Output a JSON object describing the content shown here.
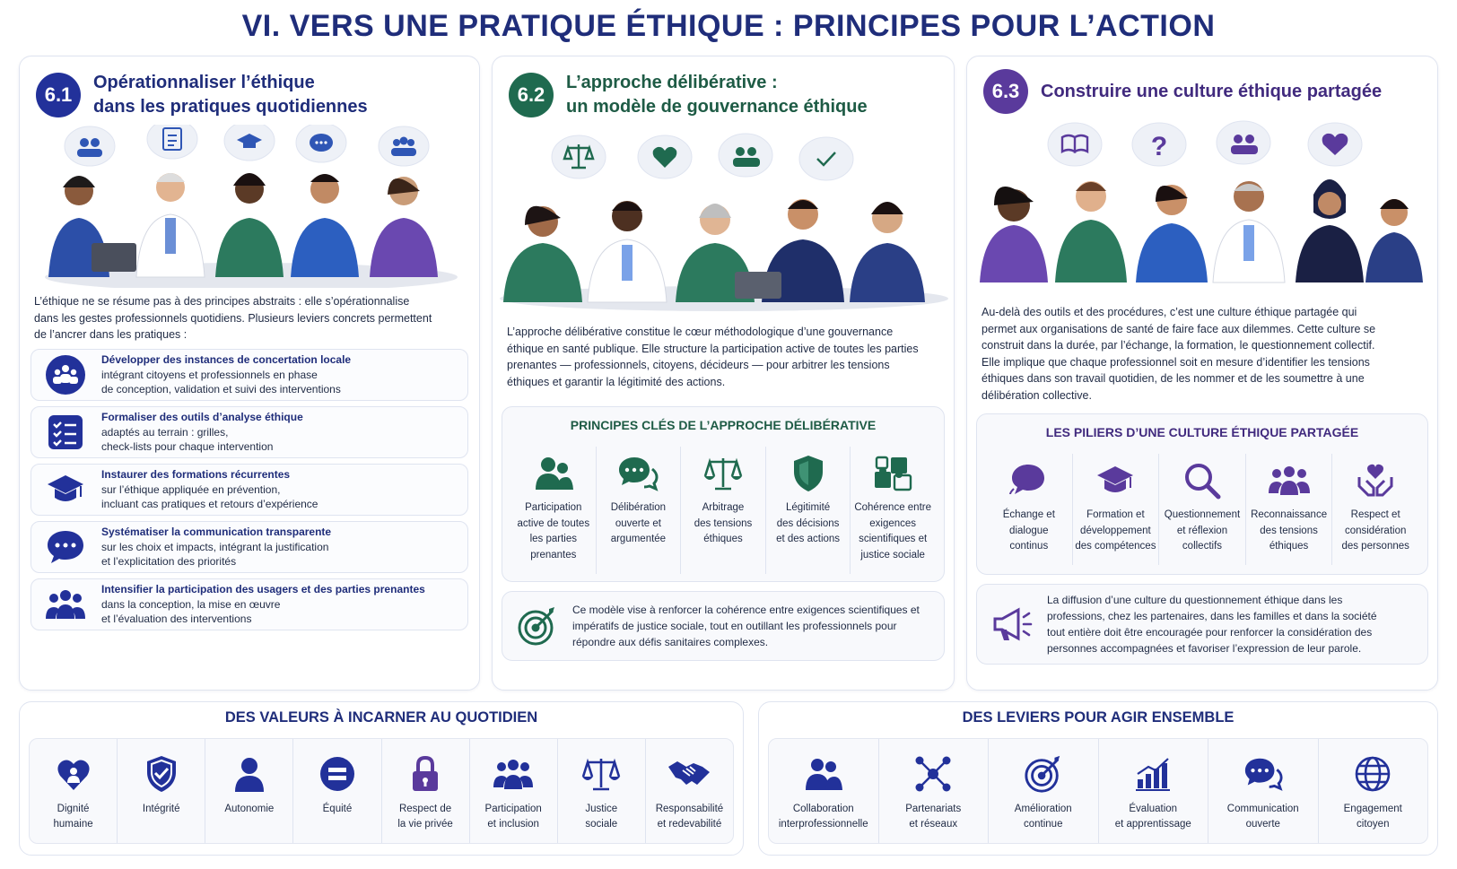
{
  "main_title": "VI. VERS UNE PRATIQUE ÉTHIQUE : PRINCIPES POUR L’ACTION",
  "section1": {
    "number": "6.1",
    "title_line1": "Opérationnaliser l’éthique",
    "title_line2": "dans les pratiques quotidiennes",
    "intro_line1": "L’éthique ne se résume pas à des principes abstraits : elle s’opérationnalise",
    "intro_line2": "dans les gestes professionnels quotidiens. Plusieurs leviers concrets permettent",
    "intro_line3": "de l’ancrer dans les pratiques :",
    "levers": [
      {
        "title": "Développer des instances de concertation locale",
        "line2": "intégrant citoyens et professionnels en phase",
        "line3": "de conception, validation et suivi des interventions",
        "icon": "community-icon"
      },
      {
        "title": "Formaliser des outils d’analyse éthique",
        "line2": "adaptés au terrain : grilles,",
        "line3": "check-lists pour chaque intervention",
        "icon": "checklist-icon"
      },
      {
        "title": "Instaurer des formations récurrentes",
        "line2": "sur l’éthique appliquée en prévention,",
        "line3": "incluant cas pratiques et retours d’expérience",
        "icon": "graduation-cap-icon"
      },
      {
        "title": "Systématiser la communication transparente",
        "line2": "sur les choix et impacts, intégrant la justification",
        "line3": "et l’explicitation des priorités",
        "icon": "chat-icon"
      },
      {
        "title": "Intensifier la participation des usagers et des parties prenantes",
        "line2": "dans la conception, la mise en œuvre",
        "line3": "et l’évaluation des interventions",
        "icon": "group-icon"
      }
    ]
  },
  "section2": {
    "number": "6.2",
    "title_line1": "L’approche délibérative :",
    "title_line2": "un modèle de gouvernance éthique",
    "intro_line1": "L’approche délibérative constitue le cœur méthodologique d’une gouvernance",
    "intro_line2": "éthique en santé publique. Elle structure la participation active de toutes les parties",
    "intro_line3": "prenantes — professionnels, citoyens, décideurs — pour arbitrer les tensions",
    "intro_line4": "éthiques et garantir la légitimité des actions.",
    "principles_title": "PRINCIPES CLÉS DE L’APPROCHE DÉLIBÉRATIVE",
    "principles": [
      {
        "l1": "Participation",
        "l2": "active de toutes",
        "l3": "les parties",
        "l4": "prenantes"
      },
      {
        "l1": "Délibération",
        "l2": "ouverte et",
        "l3": "argumentée",
        "l4": ""
      },
      {
        "l1": "Arbitrage",
        "l2": "des tensions",
        "l3": "éthiques",
        "l4": ""
      },
      {
        "l1": "Légitimité",
        "l2": "des décisions",
        "l3": "et des actions",
        "l4": ""
      },
      {
        "l1": "Cohérence entre",
        "l2": "exigences",
        "l3": "scientifiques et",
        "l4": "justice sociale"
      }
    ],
    "note_line1": "Ce modèle vise à renforcer la cohérence entre exigences scientifiques et",
    "note_line2": "impératifs de justice sociale, tout en outillant les professionnels pour",
    "note_line3": "répondre aux défis sanitaires complexes."
  },
  "section3": {
    "number": "6.3",
    "title_line1": "Construire une culture éthique partagée",
    "intro_line1": "Au-delà des outils et des procédures, c’est une culture éthique partagée qui",
    "intro_line2": "permet aux organisations de santé de faire face aux dilemmes. Cette culture se",
    "intro_line3": "construit dans la durée, par l’échange, la formation, le questionnement collectif.",
    "intro_line4": "Elle implique que chaque professionnel soit en mesure d’identifier les tensions",
    "intro_line5": "éthiques dans son travail quotidien, de les nommer et de les soumettre à une",
    "intro_line6": "délibération collective.",
    "pillars_title": "LES PILIERS D’UNE CULTURE ÉTHIQUE PARTAGÉE",
    "pillars": [
      {
        "l1": "Échange et",
        "l2": "dialogue",
        "l3": "continus"
      },
      {
        "l1": "Formation et",
        "l2": "développement",
        "l3": "des compétences"
      },
      {
        "l1": "Questionnement",
        "l2": "et réflexion",
        "l3": "collectifs"
      },
      {
        "l1": "Reconnaissance",
        "l2": "des tensions",
        "l3": "éthiques"
      },
      {
        "l1": "Respect et",
        "l2": "considération",
        "l3": "des personnes"
      }
    ],
    "note_line1": "La diffusion d’une culture du questionnement éthique dans les",
    "note_line2": "professions, chez les partenaires, dans les familles et dans la société",
    "note_line3": "tout entière doit être encouragée pour renforcer la considération des",
    "note_line4": "personnes accompagnées et favoriser l’expression de leur parole."
  },
  "values": {
    "title": "DES VALEURS À INCARNER AU QUOTIDIEN",
    "items": [
      {
        "l1": "Dignité",
        "l2": "humaine"
      },
      {
        "l1": "Intégrité",
        "l2": ""
      },
      {
        "l1": "Autonomie",
        "l2": ""
      },
      {
        "l1": "Équité",
        "l2": ""
      },
      {
        "l1": "Respect de",
        "l2": "la vie privée"
      },
      {
        "l1": "Participation",
        "l2": "et inclusion"
      },
      {
        "l1": "Justice",
        "l2": "sociale"
      },
      {
        "l1": "Responsabilité",
        "l2": "et redevabilité"
      }
    ]
  },
  "levers_together": {
    "title": "DES LEVIERS POUR AGIR ENSEMBLE",
    "items": [
      {
        "l1": "Collaboration",
        "l2": "interprofessionnelle"
      },
      {
        "l1": "Partenariats",
        "l2": "et réseaux"
      },
      {
        "l1": "Amélioration",
        "l2": "continue"
      },
      {
        "l1": "Évaluation",
        "l2": "et apprentissage"
      },
      {
        "l1": "Communication",
        "l2": "ouverte"
      },
      {
        "l1": "Engagement",
        "l2": "citoyen"
      }
    ]
  },
  "colors": {
    "navy": "#1f2d7a",
    "green": "#1f6a4f",
    "purple": "#5a3a9c",
    "blue": "#2f56b5"
  }
}
